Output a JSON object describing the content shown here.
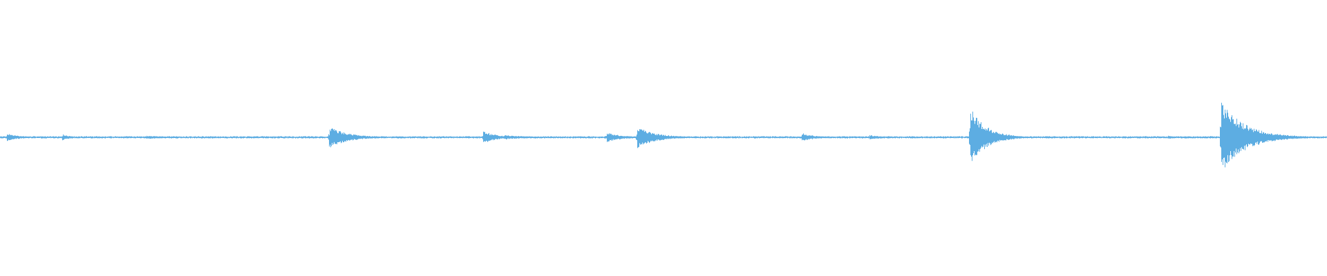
{
  "waveform": {
    "color": "#5dade2",
    "background": "#ffffff",
    "normalized_amplitude_range": [
      -1,
      1
    ],
    "baseline_amplitude": 0.0,
    "noise_floor_amplitude": 0.02,
    "transients": [
      {
        "time": 0.005,
        "peak": 0.07,
        "decay": 0.01
      },
      {
        "time": 0.047,
        "peak": 0.06,
        "decay": 0.006
      },
      {
        "time": 0.095,
        "peak": 0.02,
        "decay": 0.02
      },
      {
        "time": 0.11,
        "peak": 0.03,
        "decay": 0.02
      },
      {
        "time": 0.186,
        "peak": 0.02,
        "decay": 0.01
      },
      {
        "time": 0.248,
        "peak": 0.2,
        "decay": 0.014
      },
      {
        "time": 0.364,
        "peak": 0.12,
        "decay": 0.01
      },
      {
        "time": 0.38,
        "peak": 0.04,
        "decay": 0.02
      },
      {
        "time": 0.457,
        "peak": 0.09,
        "decay": 0.012
      },
      {
        "time": 0.48,
        "peak": 0.2,
        "decay": 0.014
      },
      {
        "time": 0.604,
        "peak": 0.08,
        "decay": 0.01
      },
      {
        "time": 0.655,
        "peak": 0.04,
        "decay": 0.012
      },
      {
        "time": 0.731,
        "peak": 0.55,
        "decay": 0.012
      },
      {
        "time": 0.88,
        "peak": 0.03,
        "decay": 0.008
      },
      {
        "time": 0.92,
        "peak": 0.65,
        "decay": 0.018
      },
      {
        "time": 0.96,
        "peak": 0.04,
        "decay": 0.008
      }
    ]
  }
}
